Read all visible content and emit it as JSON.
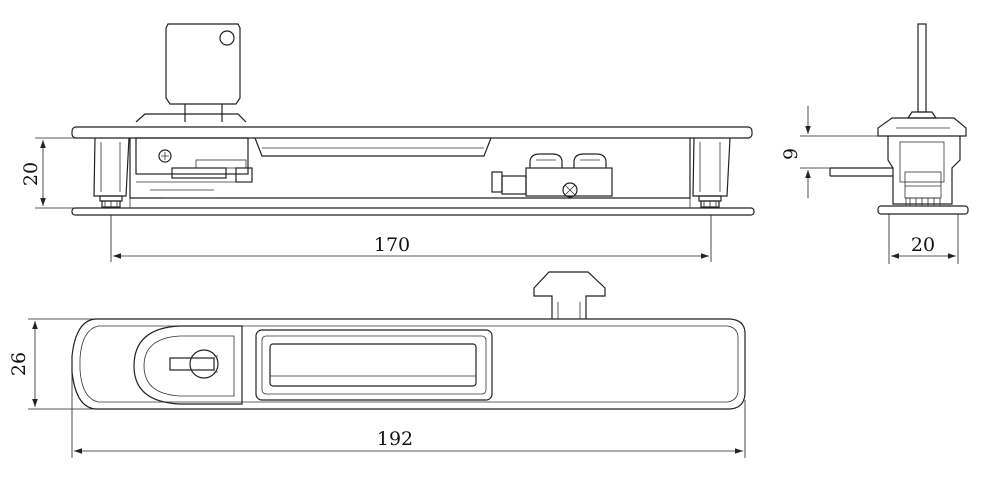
{
  "drawing": {
    "line_color": "#222222",
    "background": "#ffffff",
    "dimensions": {
      "height_front": "20",
      "mount_spacing": "170",
      "side_gap": "9",
      "side_width": "20",
      "face_height": "26",
      "face_length": "192"
    }
  }
}
